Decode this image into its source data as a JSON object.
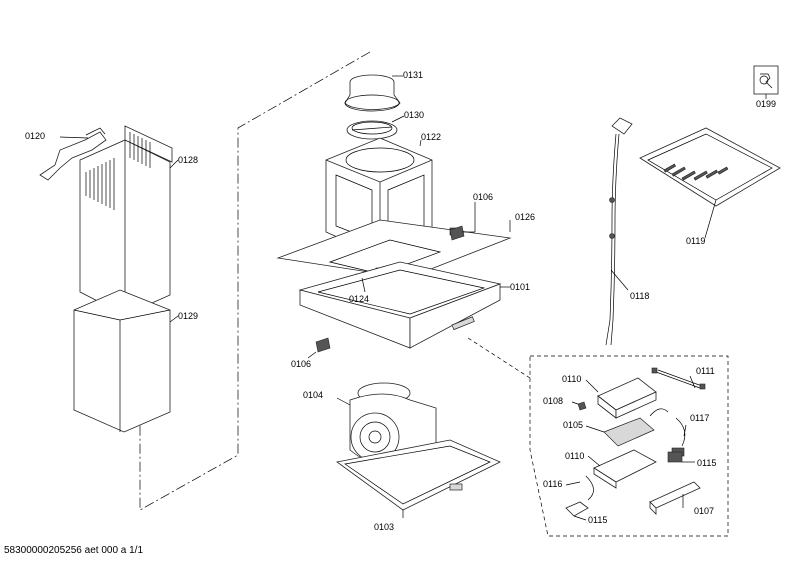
{
  "labels": {
    "l0131": "0131",
    "l0130": "0130",
    "l0122": "0122",
    "l0120": "0120",
    "l0128": "0128",
    "l0129": "0129",
    "l0106a": "0106",
    "l0126": "0126",
    "l0124": "0124",
    "l0101": "0101",
    "l0106b": "0106",
    "l0104": "0104",
    "l0103": "0103",
    "l0118": "0118",
    "l0119": "0119",
    "l0199": "0199",
    "l0110a": "0110",
    "l0111": "0111",
    "l0108": "0108",
    "l0105": "0105",
    "l0117": "0117",
    "l0110b": "0110",
    "l0115a": "0115",
    "l0116": "0116",
    "l0115b": "0115",
    "l0107": "0107"
  },
  "footer": "58300000205256 aet 000 a 1/1",
  "colors": {
    "line": "#000000",
    "shade": "#d8d8d8",
    "dark": "#555555"
  }
}
